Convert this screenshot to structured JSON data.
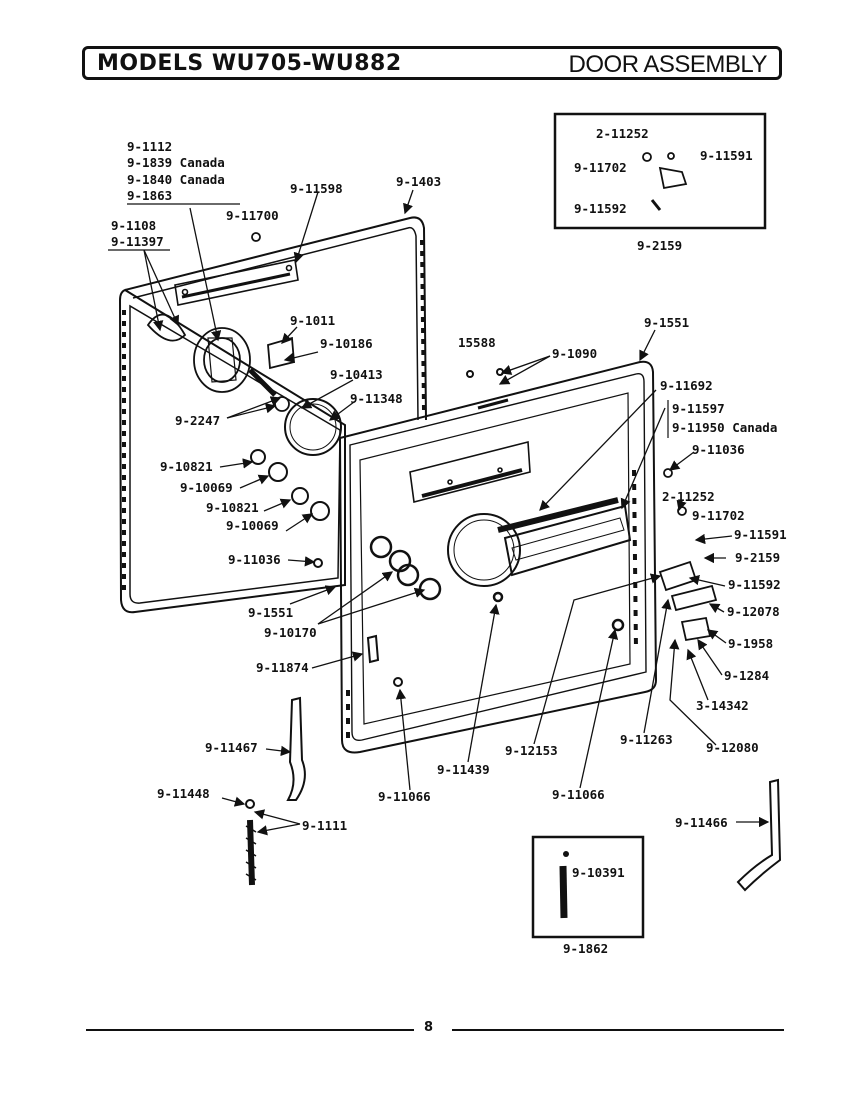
{
  "header": {
    "models": "MODELS WU705-WU882",
    "section": "DOOR ASSEMBLY"
  },
  "labels": {
    "p9_1112": "9-1112",
    "p9_1839": "9-1839 Canada",
    "p9_1840": "9-1840 Canada",
    "p9_1863": "9-1863",
    "p9_11598": "9-11598",
    "p9_1403": "9-1403",
    "p9_11700": "9-11700",
    "p9_1108": "9-1108",
    "p9_11397": "9-11397",
    "p9_1011": "9-1011",
    "p9_10186": "9-10186",
    "p15588": "15588",
    "p9_1090": "9-1090",
    "p9_1551_top": "9-1551",
    "p9_10413": "9-10413",
    "p9_11348": "9-11348",
    "p9_2247": "9-2247",
    "p9_11692": "9-11692",
    "p9_11597": "9-11597",
    "p9_11950": "9-11950 Canada",
    "p9_11036_right": "9-11036",
    "p9_10821_a": "9-10821",
    "p9_10069_a": "9-10069",
    "p9_10821_b": "9-10821",
    "p9_10069_b": "9-10069",
    "p2_11252_right": "2-11252",
    "p9_11702_right": "9-11702",
    "p9_11591_right": "9-11591",
    "p9_2159_right": "9-2159",
    "p9_11036_left": "9-11036",
    "p9_11592_right": "9-11592",
    "p9_1551_left": "9-1551",
    "p9_12078": "9-12078",
    "p9_10170": "9-10170",
    "p9_1958": "9-1958",
    "p9_11874": "9-11874",
    "p9_1284": "9-1284",
    "p3_14342": "3-14342",
    "p9_11467": "9-11467",
    "p9_12153": "9-12153",
    "p9_11263": "9-11263",
    "p9_12080": "9-12080",
    "p9_11439": "9-11439",
    "p9_11448": "9-11448",
    "p9_11066_a": "9-11066",
    "p9_11066_b": "9-11066",
    "p9_1111": "9-1111",
    "p9_11466": "9-11466"
  },
  "inset_top": {
    "p2_11252": "2-11252",
    "p9_11591": "9-11591",
    "p9_11702": "9-11702",
    "p9_11592": "9-11592",
    "caption": "9-2159"
  },
  "inset_bottom": {
    "p9_10391": "9-10391",
    "caption": "9-1862"
  },
  "footer": {
    "page": "8"
  }
}
